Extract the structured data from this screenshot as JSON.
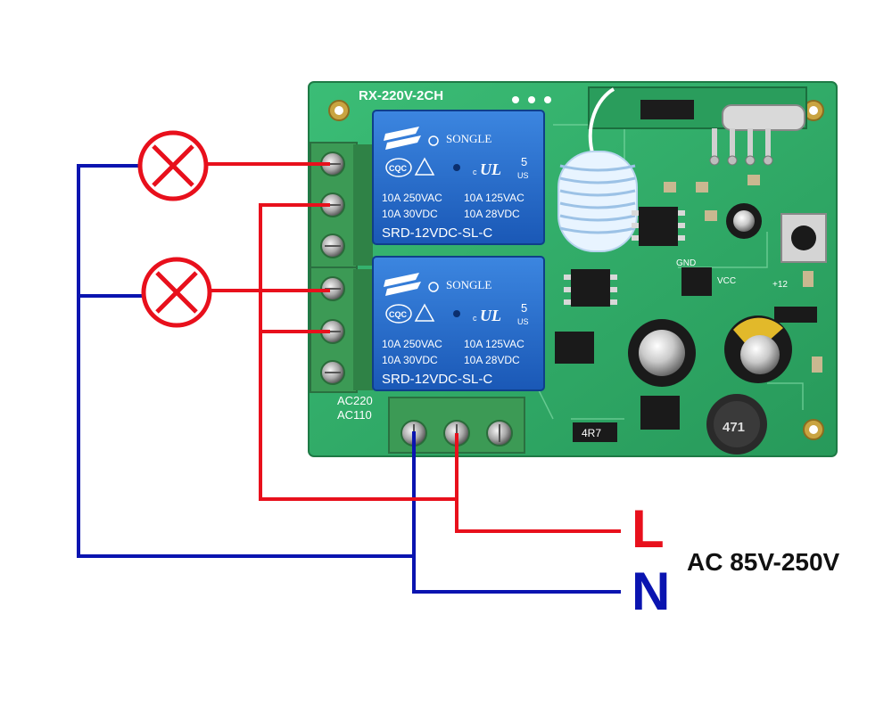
{
  "board": {
    "model": "RX-220V-2CH",
    "relays": [
      {
        "brand": "SONGLE",
        "cert_mark": "CQC",
        "ul_mark": "c",
        "ul_number": "5",
        "ul_suffix": "US",
        "rating_1": "10A 250VAC",
        "rating_2": "10A 125VAC",
        "rating_3": "10A 30VDC",
        "rating_4": "10A 28VDC",
        "part": "SRD-12VDC-SL-C"
      },
      {
        "brand": "SONGLE",
        "cert_mark": "CQC",
        "ul_mark": "c",
        "ul_number": "5",
        "ul_suffix": "US",
        "rating_1": "10A 250VAC",
        "rating_2": "10A 125VAC",
        "rating_3": "10A 30VDC",
        "rating_4": "10A 28VDC",
        "part": "SRD-12VDC-SL-C"
      }
    ],
    "silk_ac220": "AC220",
    "silk_ac110": "AC110",
    "silk_gnd": "GND",
    "silk_vcc": "VCC",
    "silk_plus12": "+12",
    "resistor_code": "4R7",
    "inductor_code": "471"
  },
  "labels": {
    "line": "L",
    "neutral": "N",
    "voltage": "AC 85V-250V"
  },
  "colors": {
    "live_wire": "#e8101c",
    "neutral_wire": "#0a14b0",
    "pcb": "#2fb06a",
    "relay": "#1f66c8",
    "terminal": "#3c9a55"
  },
  "icons": [
    "lamp-icon",
    "lamp-icon"
  ]
}
